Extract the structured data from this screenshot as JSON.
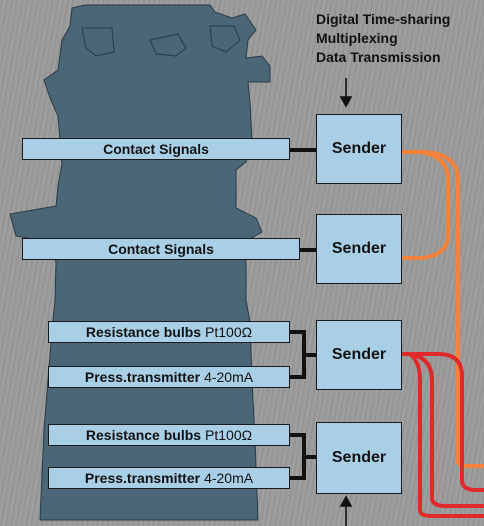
{
  "title": {
    "line1": "Digital Time-sharing",
    "line2": "Multiplexing",
    "line3": "Data Transmission"
  },
  "signals": [
    {
      "name": "Contact Signals",
      "unit": ""
    },
    {
      "name": "Contact Signals",
      "unit": ""
    },
    {
      "name": "Resistance bulbs",
      "unit": "Pt100Ω"
    },
    {
      "name": "Press.transmitter",
      "unit": "4-20mA"
    },
    {
      "name": "Resistance bulbs",
      "unit": "Pt100Ω"
    },
    {
      "name": "Press.transmitter",
      "unit": "4-20mA"
    }
  ],
  "senders": [
    {
      "label": "Sender"
    },
    {
      "label": "Sender"
    },
    {
      "label": "Sender"
    },
    {
      "label": "Sender"
    }
  ],
  "colors": {
    "body": "#4a6677",
    "box": "#a9cfe6",
    "orange_line": "#f4823a",
    "red_line": "#e02a2a"
  }
}
